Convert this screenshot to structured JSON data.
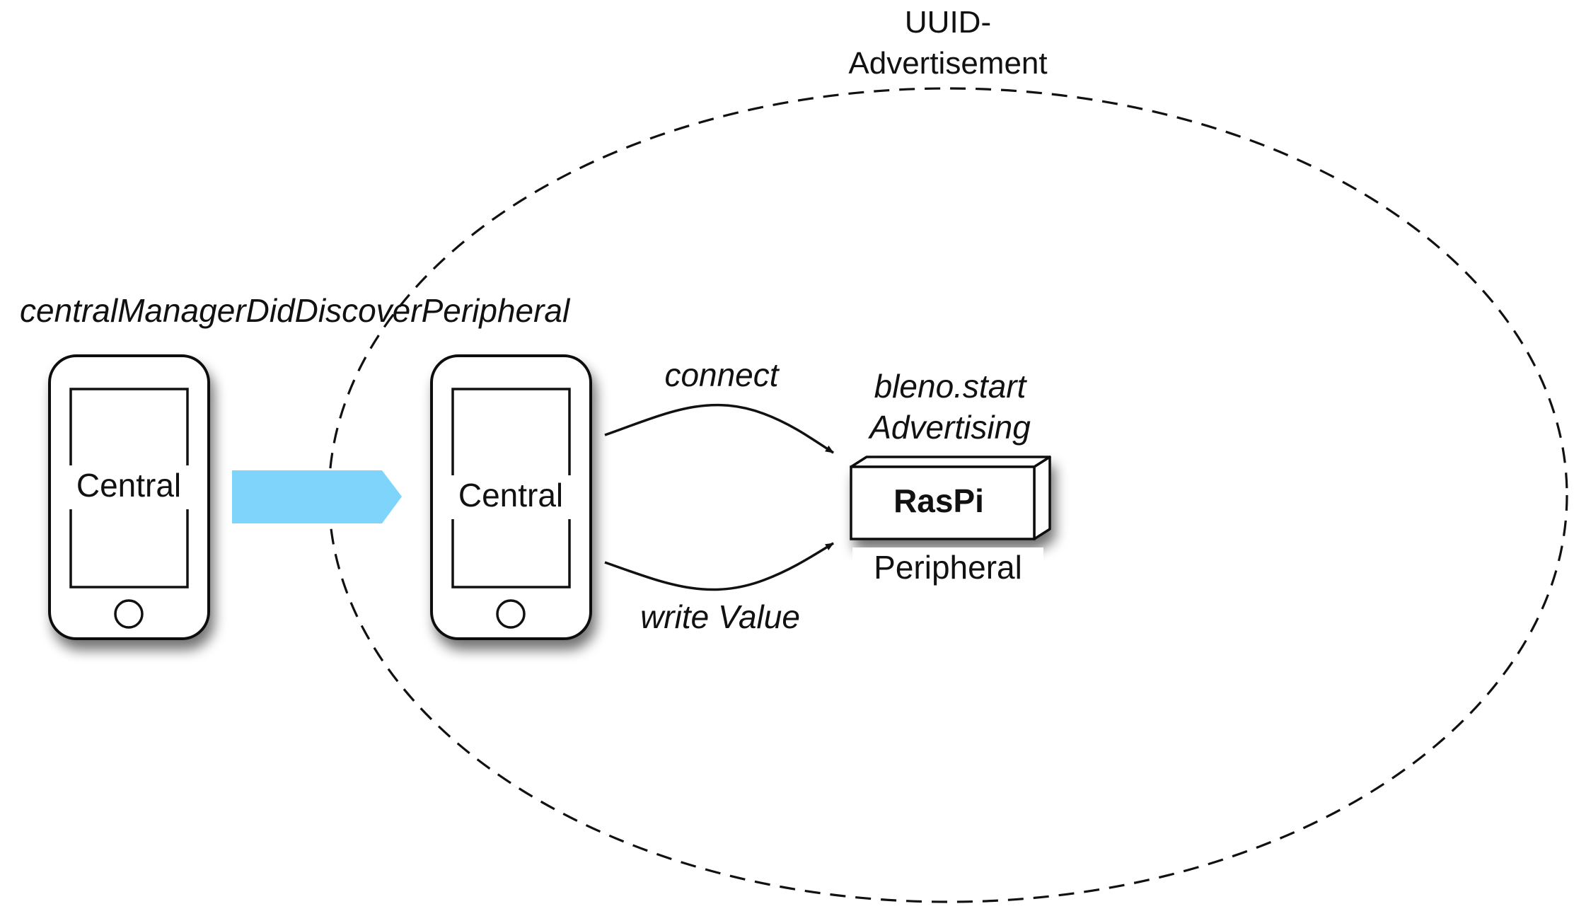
{
  "advertisement_region": {
    "title_line1": "UUID-",
    "title_line2": "Advertisement"
  },
  "discover_label": "centralManagerDidDiscoverPeripheral",
  "central_left": {
    "label": "Central"
  },
  "central_right": {
    "label": "Central"
  },
  "transition_arrow": {
    "color": "#7fd4fb"
  },
  "edges": {
    "connect_label": "connect",
    "write_label": "write Value"
  },
  "peripheral": {
    "advertising_line1": "bleno.start",
    "advertising_line2": "Advertising",
    "device_label": "RasPi",
    "role_label": "Peripheral"
  }
}
